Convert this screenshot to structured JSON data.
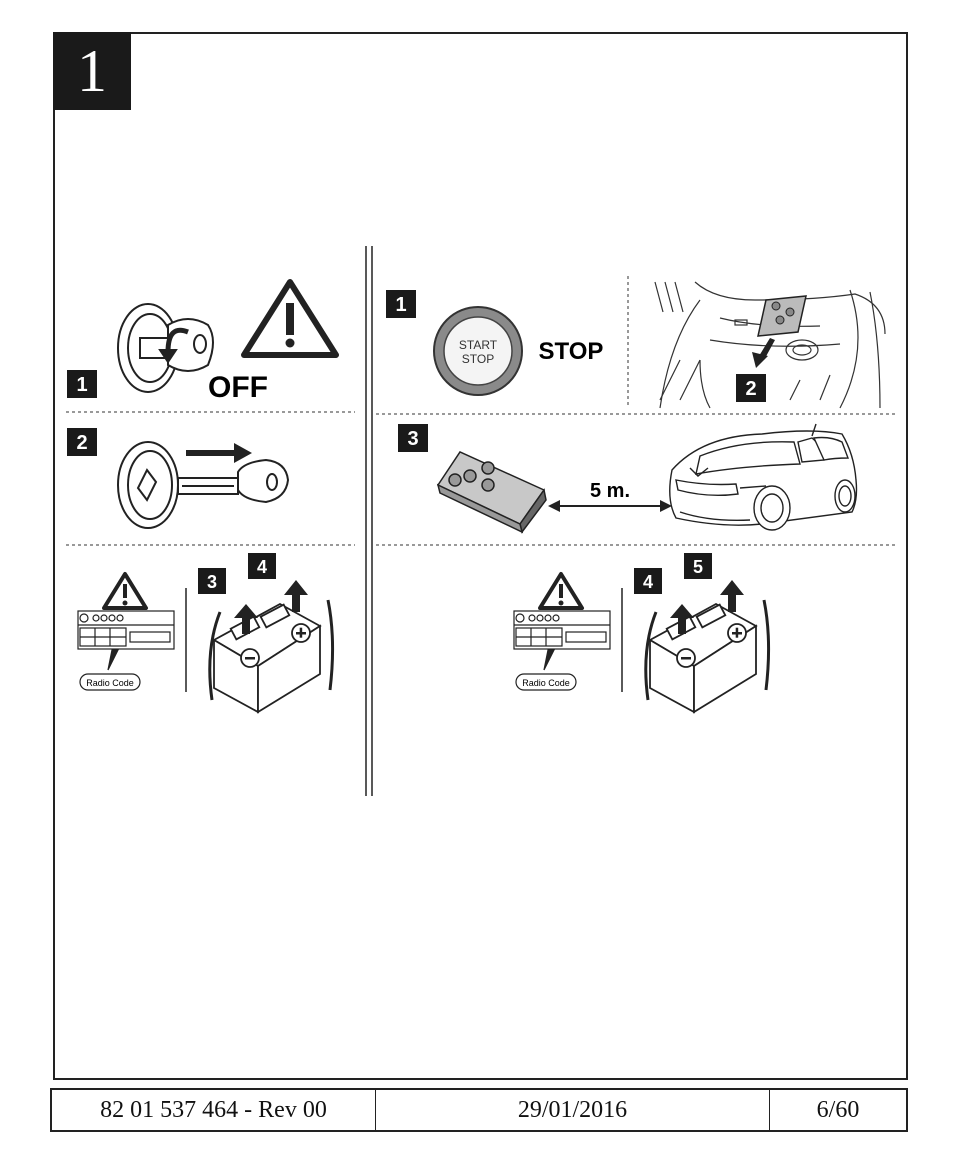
{
  "page": {
    "step_number": "1",
    "footer": {
      "reference": "82 01 537 464  - Rev 00",
      "date": "29/01/2016",
      "page": "6/60"
    }
  },
  "left_column": {
    "panel1": {
      "badge": "1",
      "text": "OFF"
    },
    "panel2": {
      "badge": "2"
    },
    "panel3": {
      "badge_a": "3",
      "badge_b": "4",
      "radio_label": "Radio Code"
    }
  },
  "right_column": {
    "panel1": {
      "badge": "1",
      "button_line1": "START",
      "button_line2": "STOP",
      "text": "STOP",
      "badge_2": "2"
    },
    "panel3": {
      "badge": "3",
      "distance": "5 m."
    },
    "panel4": {
      "badge_a": "4",
      "badge_b": "5",
      "radio_label": "Radio Code"
    }
  },
  "colors": {
    "ink": "#1a1a1a",
    "badge_bg": "#1a1a1a",
    "button_ring": "#555555"
  },
  "icons": [
    "warning-triangle-icon",
    "ignition-lock-icon",
    "key-icon",
    "arrow-right-icon",
    "battery-icon",
    "radio-unit-icon",
    "keycard-icon",
    "car-icon",
    "start-stop-button-icon"
  ]
}
